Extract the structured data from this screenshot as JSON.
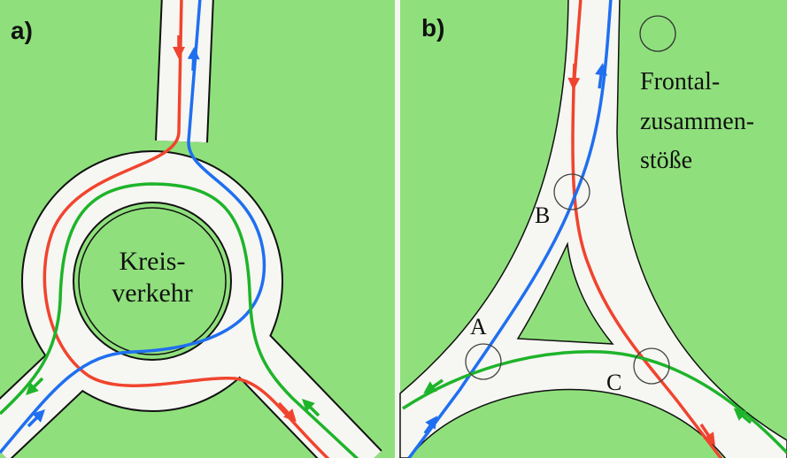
{
  "panel_a": {
    "label": "a)",
    "island_text_line1": "Kreis-",
    "island_text_line2": "verkehr"
  },
  "panel_b": {
    "label": "b)",
    "legend_line1": "Frontal-",
    "legend_line2": "zusammen-",
    "legend_line3": "stöße",
    "point_a": "A",
    "point_b": "B",
    "point_c": "C"
  },
  "colors": {
    "background": "#8fe07c",
    "road": "#f6f6f2",
    "red": "#f0442e",
    "blue": "#1f6ff0",
    "green": "#1eb42a"
  }
}
